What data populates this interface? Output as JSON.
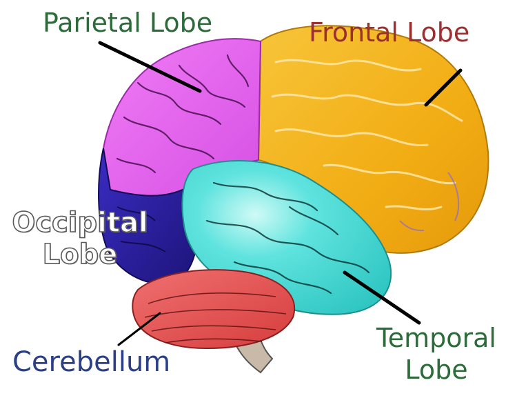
{
  "labels": {
    "parietal": "Parietal Lobe",
    "frontal": "Frontal Lobe",
    "occipital_line1": "Occipital",
    "occipital_line2": "Lobe",
    "cerebellum": "Cerebellum",
    "temporal_line1": "Temporal",
    "temporal_line2": "Lobe"
  },
  "colors": {
    "parietal_lobe": "#e667f0",
    "frontal_lobe": "#f5b81f",
    "occipital_lobe": "#2b1f9e",
    "temporal_lobe": "#3fd6d2",
    "cerebellum": "#e85b5b",
    "parietal_label": "#2d6b3a",
    "frontal_label": "#9c2f2f",
    "temporal_label": "#2d6b3a",
    "cerebellum_label": "#2b3f86"
  }
}
